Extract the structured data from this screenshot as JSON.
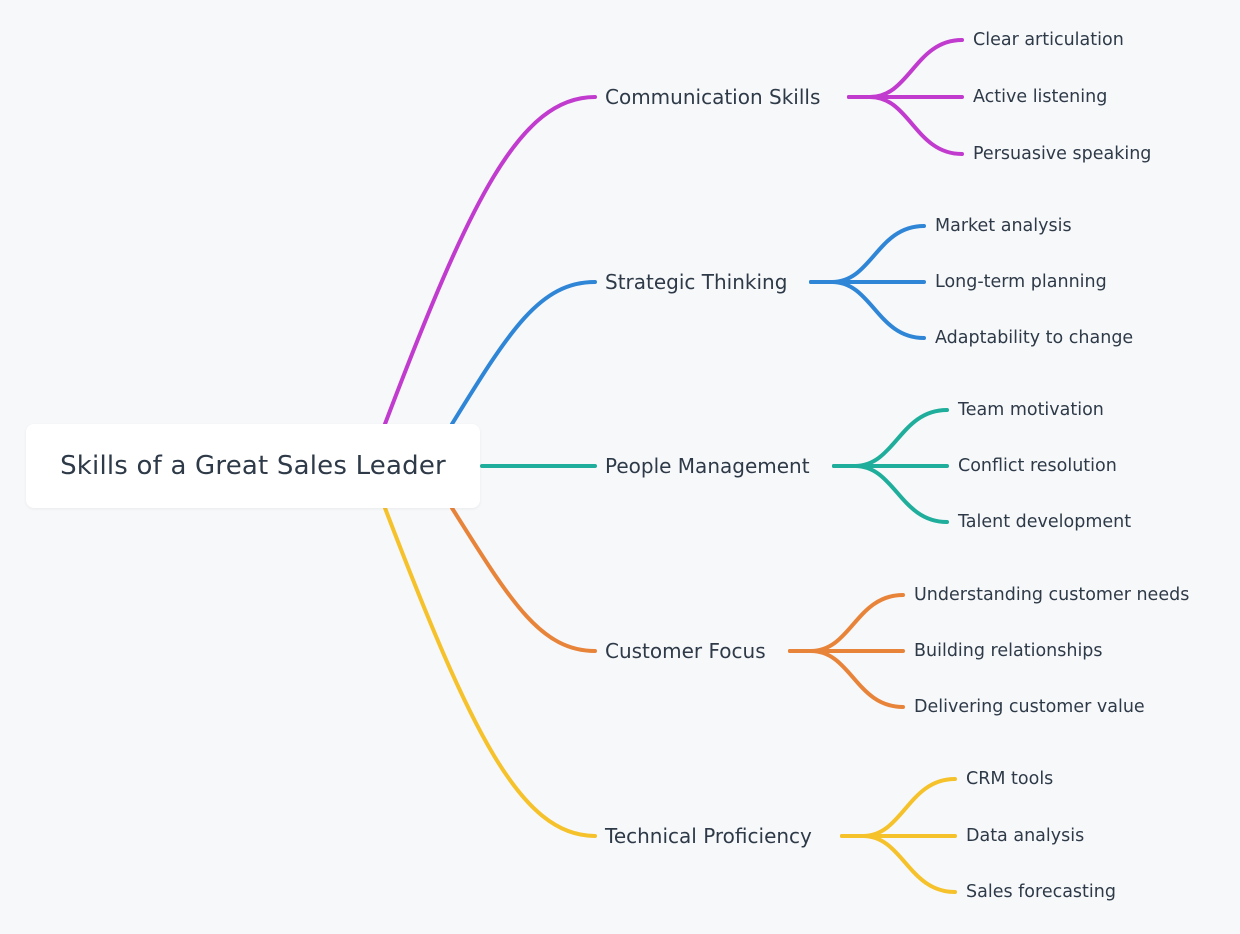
{
  "root": {
    "label": "Skills of a Great Sales Leader"
  },
  "branches": [
    {
      "label": "Communication Skills",
      "color": "#c03bce",
      "children": [
        "Clear articulation",
        "Active listening",
        "Persuasive speaking"
      ]
    },
    {
      "label": "Strategic Thinking",
      "color": "#2f86d6",
      "children": [
        "Market analysis",
        "Long-term planning",
        "Adaptability to change"
      ]
    },
    {
      "label": "People Management",
      "color": "#1fae9b",
      "children": [
        "Team motivation",
        "Conflict resolution",
        "Talent development"
      ]
    },
    {
      "label": "Customer Focus",
      "color": "#e8843a",
      "children": [
        "Understanding customer needs",
        "Building relationships",
        "Delivering customer value"
      ]
    },
    {
      "label": "Technical Proficiency",
      "color": "#f5c22b",
      "children": [
        "CRM tools",
        "Data analysis",
        "Sales forecasting"
      ]
    }
  ]
}
